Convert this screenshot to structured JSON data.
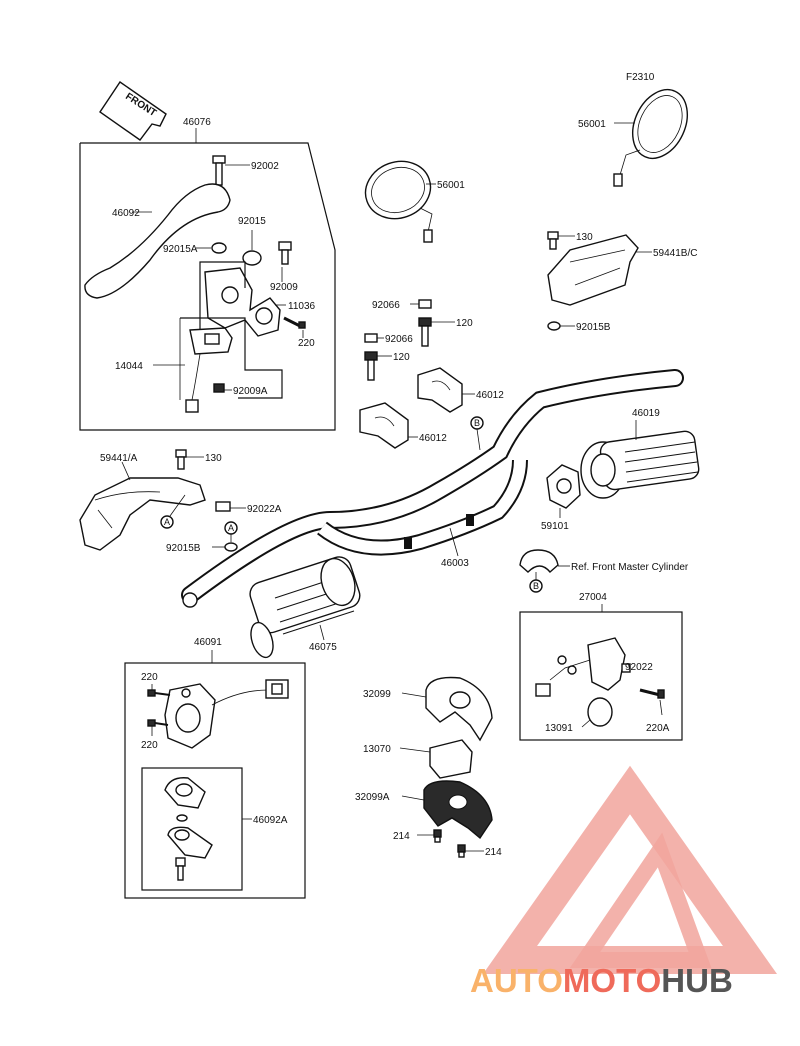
{
  "figure_code": "F2310",
  "front_label": "FRONT",
  "labels": {
    "l46076": "46076",
    "l92002": "92002",
    "l46092": "46092",
    "l92015": "92015",
    "l92015A": "92015A",
    "l92009": "92009",
    "l11036": "11036",
    "l220a": "220",
    "l14044": "14044",
    "l92009A": "92009A",
    "l56001a": "56001",
    "l56001b": "56001",
    "l130a": "130",
    "l59441BC": "59441B/C",
    "l92015B_r": "92015B",
    "l92066a": "92066",
    "l120a": "120",
    "l92066b": "92066",
    "l120b": "120",
    "l46012a": "46012",
    "l46012b": "46012",
    "l46019": "46019",
    "l59441A": "59441/A",
    "l130b": "130",
    "l92022A": "92022A",
    "l92015B_l": "92015B",
    "l59101": "59101",
    "l46003": "46003",
    "l_ref": "Ref. Front Master Cylinder",
    "l27004": "27004",
    "l46091": "46091",
    "l46075": "46075",
    "l220b": "220",
    "l220c": "220",
    "l92022": "92022",
    "l13091": "13091",
    "l220A": "220A",
    "l32099": "32099",
    "l13070": "13070",
    "l32099A": "32099A",
    "l214a": "214",
    "l214b": "214",
    "l46092A": "46092A"
  },
  "markers": {
    "A1": "A",
    "A2": "A",
    "B1": "B",
    "B2": "B"
  },
  "watermark": {
    "part1": "AUTO",
    "part2": "MOTO",
    "part3": "HUB",
    "color_light": "#f9b26a",
    "color_mid": "#ef6a5a",
    "color_dark": "#555555"
  }
}
